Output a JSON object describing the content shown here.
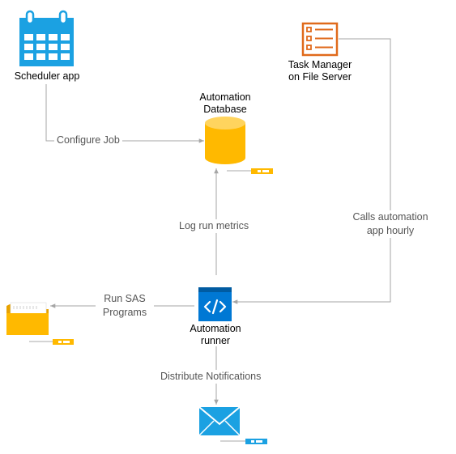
{
  "nodes": {
    "scheduler": {
      "label": "Scheduler app",
      "icon": "calendar-icon"
    },
    "database": {
      "label_line1": "Automation",
      "label_line2": "Database",
      "icon": "database-icon"
    },
    "task_manager": {
      "label_line1": "Task Manager",
      "label_line2": "on File Server",
      "icon": "checklist-icon"
    },
    "runner": {
      "label_line1": "Automation",
      "label_line2": "runner",
      "icon": "code-window-icon"
    },
    "folder": {
      "icon": "folder-icon"
    },
    "email": {
      "icon": "envelope-icon"
    }
  },
  "edges": {
    "configure_job": "Configure Job",
    "log_run_metrics": "Log run metrics",
    "calls_line1": "Calls automation",
    "calls_line2": "app hourly",
    "run_sas_line1": "Run SAS",
    "run_sas_line2": "Programs",
    "distribute": "Distribute Notifications"
  },
  "colors": {
    "calendar": "#1ba1e2",
    "database": "#ffb900",
    "folder": "#ffb900",
    "runner": "#0078d4",
    "email": "#1ba1e2",
    "task_manager": "#e06a1b",
    "connector": "#a6a6a6"
  }
}
